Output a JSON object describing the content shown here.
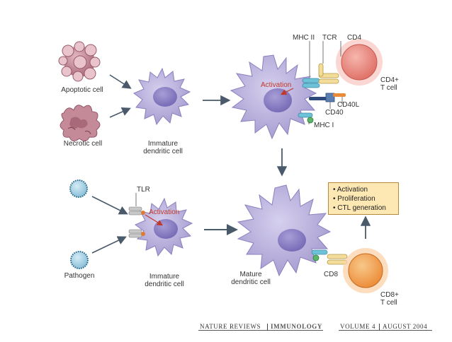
{
  "labels": {
    "apoptotic": "Apoptotic cell",
    "necrotic": "Necrotic cell",
    "immature1_l1": "Immature",
    "immature1_l2": "dendritic cell",
    "mhc2": "MHC II",
    "tcr": "TCR",
    "cd4": "CD4",
    "cd4t_l1": "CD4+",
    "cd4t_l2": "T cell",
    "cd40l": "CD40L",
    "cd40": "CD40",
    "mhc1": "MHC I",
    "activation_top": "Activation",
    "tlr": "TLR",
    "activation_bottom": "Activation",
    "pathogen": "Pathogen",
    "immature2_l1": "Immature",
    "immature2_l2": "dendritic cell",
    "mature_l1": "Mature",
    "mature_l2": "dendritic cell",
    "cd8": "CD8",
    "cd8t_l1": "CD8+",
    "cd8t_l2": "T cell"
  },
  "outcomes": [
    "• Activation",
    "• Proliferation",
    "• CTL generation"
  ],
  "footer": {
    "journal": "NATURE REVIEWS",
    "section": "IMMUNOLOGY",
    "volume": "VOLUME 4",
    "date": "AUGUST 2004"
  },
  "colors": {
    "dendritic": "#b9b1dc",
    "nucleus": "#8d80c5",
    "apoptotic": "#b87a8a",
    "necrotic": "#c48a98",
    "pathogen": "#9fd0e6",
    "t_cell": "#ec8a80",
    "cd8_cell": "#f0a050",
    "activation": "#c0392b",
    "box": "#fde8b4"
  }
}
